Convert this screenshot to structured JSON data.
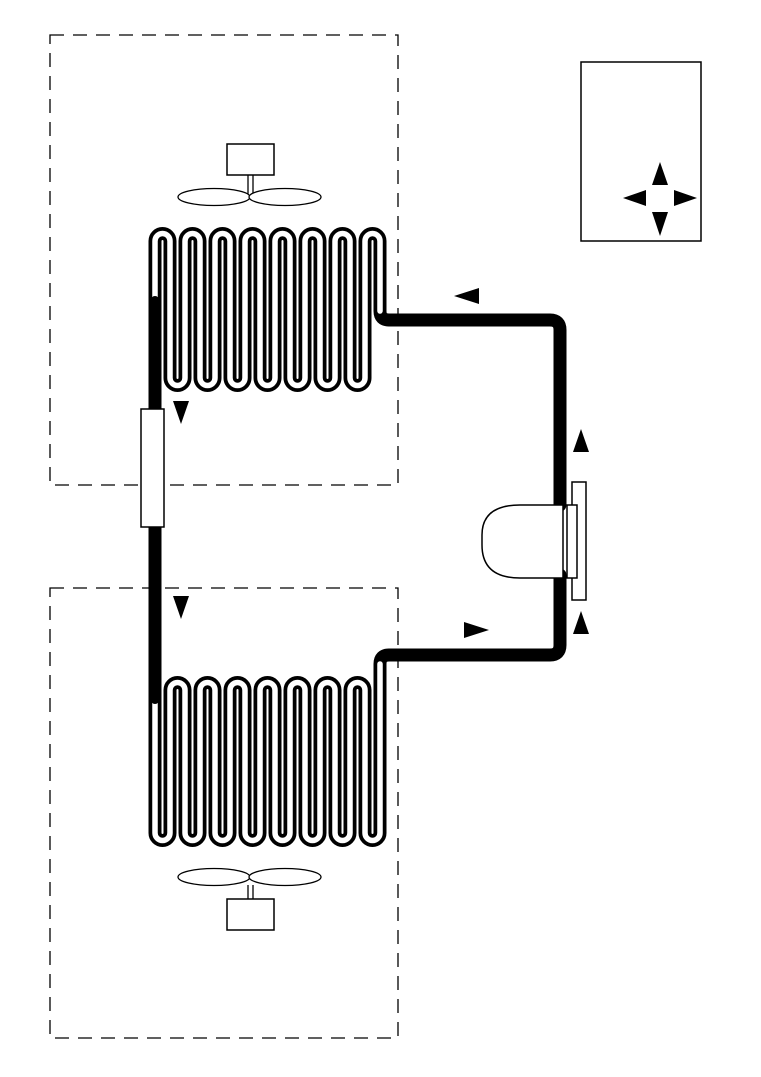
{
  "diagram": {
    "kind": "refrigeration-cycle-schematic",
    "line_color": "#000000",
    "background": "#ffffff",
    "components": {
      "upper_unit": {
        "fan": "fan-icon",
        "motor": "motor-icon",
        "coil": "heat-exchanger-coil"
      },
      "lower_unit": {
        "fan": "fan-icon",
        "motor": "motor-icon",
        "coil": "heat-exchanger-coil"
      },
      "expansion_device": "expansion-valve-icon",
      "compressor": "compressor-icon",
      "reversing_valve": "four-way-valve-icon",
      "legend_icon": "four-direction-arrows-icon"
    },
    "flow_arrows": [
      "left",
      "down",
      "down",
      "right",
      "up",
      "up"
    ]
  }
}
